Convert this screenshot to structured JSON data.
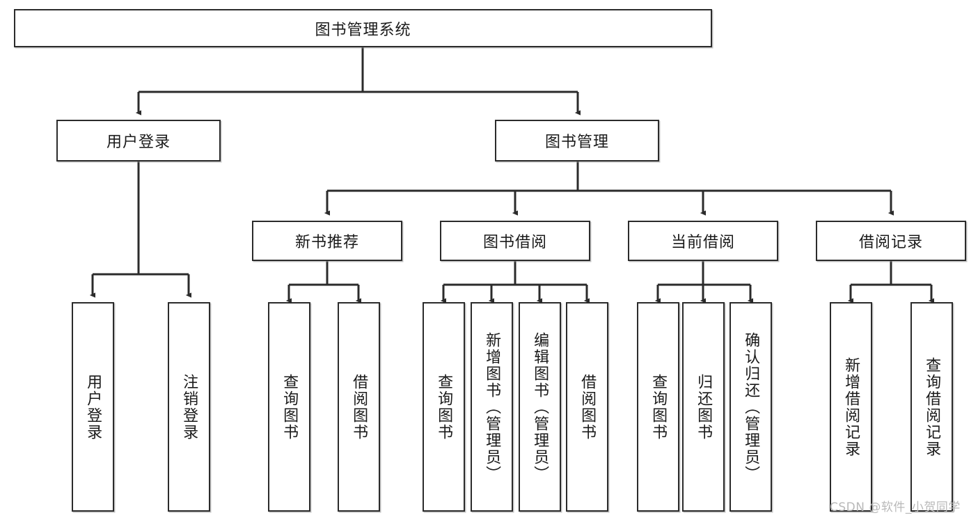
{
  "diagram": {
    "type": "tree",
    "title": "图书管理系统",
    "watermark": "CSDN @软件_小贺同学",
    "colors": {
      "box_border": "#2b2b2b",
      "box_fill": "#ffffff",
      "connector": "#2b2b2b",
      "text": "#1a1a1a",
      "watermark": "#b9b9b9",
      "background": "#ffffff"
    },
    "nodes": {
      "root": {
        "label": "图书管理系统"
      },
      "level2": [
        {
          "id": "user-login",
          "label": "用户登录"
        },
        {
          "id": "book-manage",
          "label": "图书管理"
        }
      ],
      "level3": [
        {
          "id": "new-book-recommend",
          "label": "新书推荐"
        },
        {
          "id": "book-borrow",
          "label": "图书借阅"
        },
        {
          "id": "current-borrow",
          "label": "当前借阅"
        },
        {
          "id": "borrow-record",
          "label": "借阅记录"
        }
      ],
      "leaves": {
        "user_login": [
          {
            "id": "leaf-user-login",
            "label": "用户登录"
          },
          {
            "id": "leaf-logout-login",
            "label": "注销登录"
          }
        ],
        "new_book_recommend": [
          {
            "id": "leaf-query-book-1",
            "label": "查询图书"
          },
          {
            "id": "leaf-borrow-book-1",
            "label": "借阅图书"
          }
        ],
        "book_borrow": [
          {
            "id": "leaf-query-book-2",
            "label": "查询图书"
          },
          {
            "id": "leaf-add-book",
            "label": "新增图书（管理员）"
          },
          {
            "id": "leaf-edit-book",
            "label": "编辑图书（管理员）"
          },
          {
            "id": "leaf-borrow-book-2",
            "label": "借阅图书"
          }
        ],
        "current_borrow": [
          {
            "id": "leaf-query-book-3",
            "label": "查询图书"
          },
          {
            "id": "leaf-return-book",
            "label": "归还图书"
          },
          {
            "id": "leaf-confirm-return",
            "label": "确认归还（管理员）"
          }
        ],
        "borrow_record": [
          {
            "id": "leaf-add-borrow-record",
            "label": "新增借阅记录"
          },
          {
            "id": "leaf-query-borrow-record",
            "label": "查询借阅记录"
          }
        ]
      }
    }
  }
}
